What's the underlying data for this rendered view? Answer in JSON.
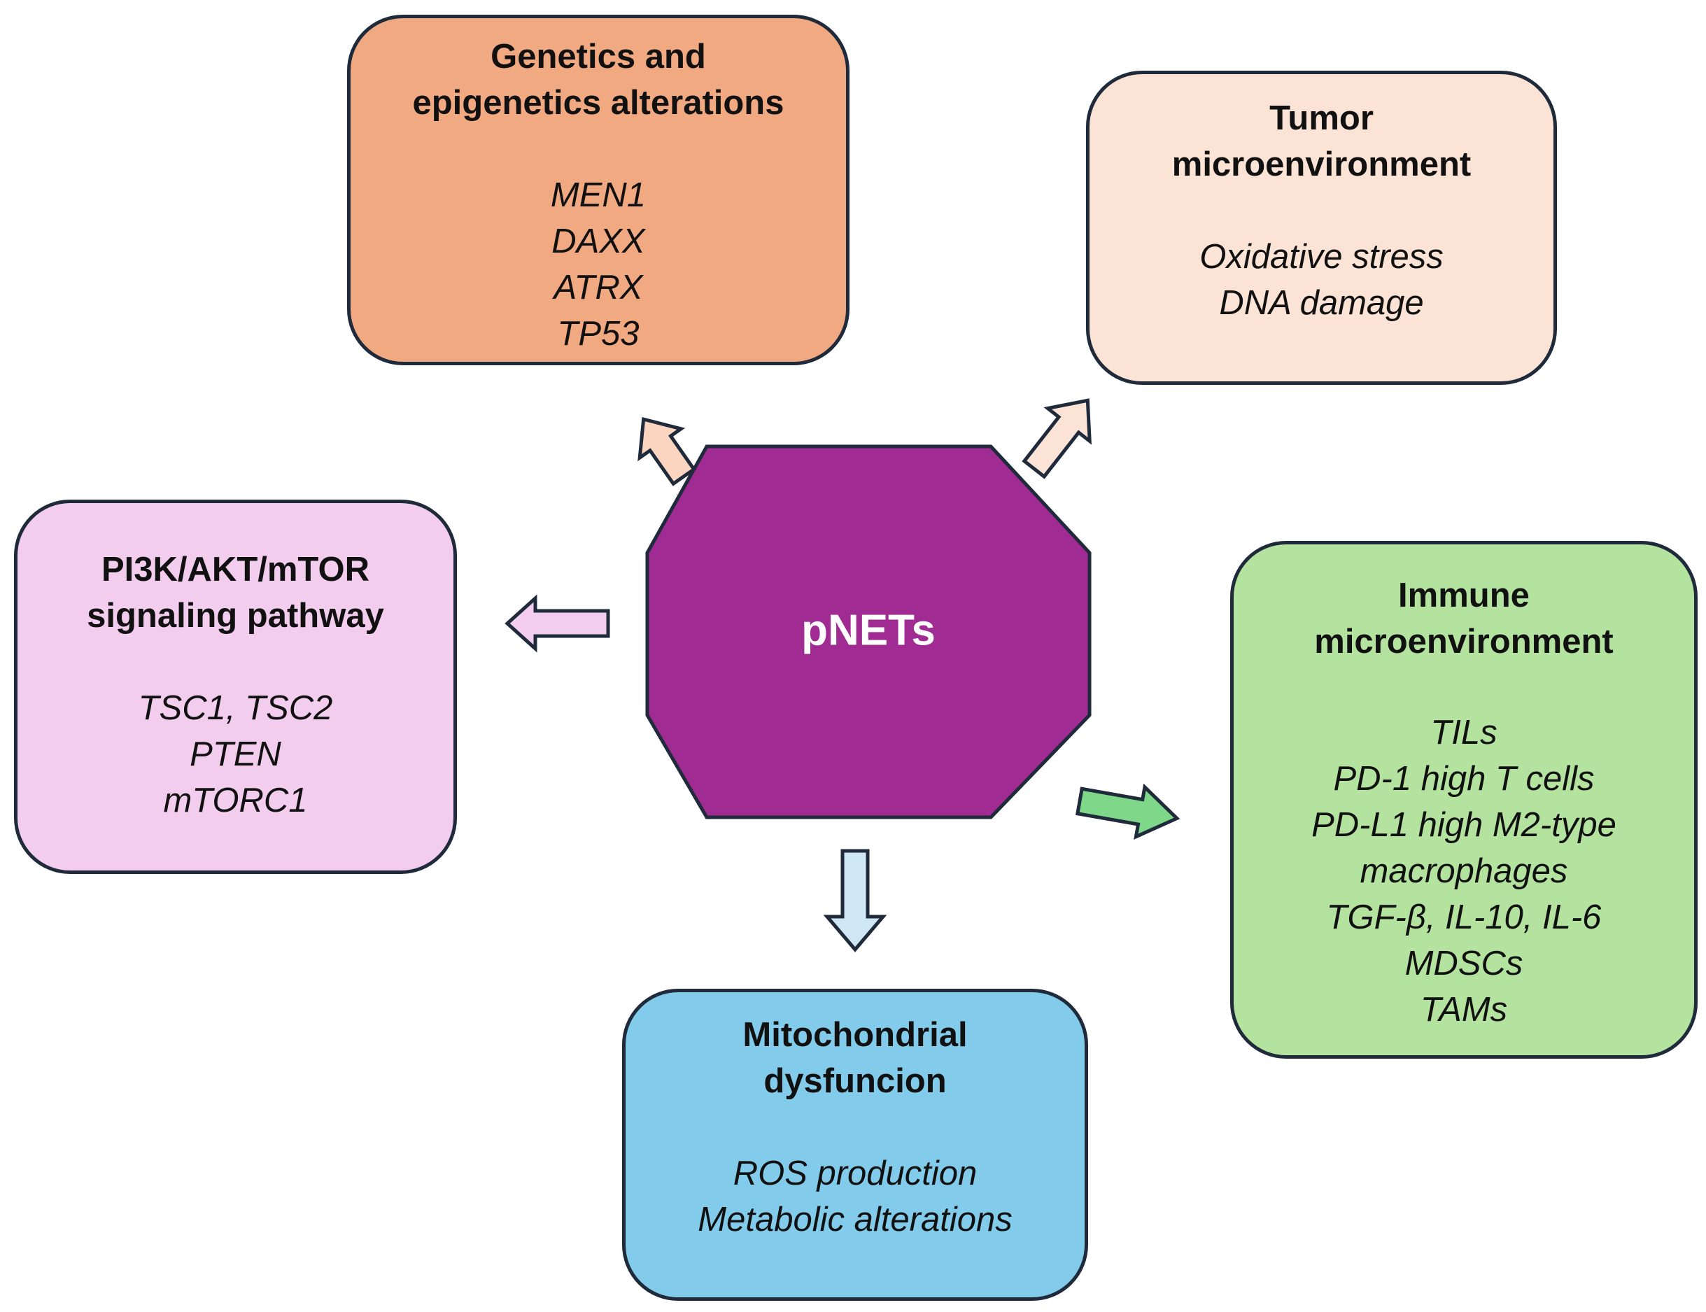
{
  "hub": {
    "label": "pNETs",
    "fill": "#a02b93",
    "stroke": "#1f2a3a"
  },
  "boxes": {
    "genetics": {
      "title": "Genetics and\nepigenetics alterations",
      "fill": "#f1a982",
      "items": [
        "MEN1",
        "DAXX",
        "ATRX",
        "TP53"
      ]
    },
    "tumor": {
      "title": "Tumor\nmicroenvironment",
      "fill": "#fbe3d6",
      "items": [
        "Oxidative stress",
        "DNA damage"
      ]
    },
    "pi3k": {
      "title": "PI3K/AKT/mTOR\nsignaling pathway",
      "fill": "#f3cdee",
      "items": [
        "TSC1, TSC2",
        "PTEN",
        "mTORC1"
      ]
    },
    "immune": {
      "title": "Immune\nmicroenvironment",
      "fill": "#b4e3a0",
      "items": [
        "TILs",
        "PD-1 high T cells",
        "PD-L1 high M2-type",
        "macrophages",
        "TGF-β, IL-10, IL-6",
        "MDSCs",
        "TAMs"
      ]
    },
    "mito": {
      "title": "Mitochondrial\ndysfuncion",
      "fill": "#83cbeb",
      "items": [
        "ROS production",
        "Metabolic alterations"
      ]
    }
  },
  "arrows": {
    "to_genetics": {
      "fill": "#fbd5bf"
    },
    "to_tumor": {
      "fill": "#fbe3d6"
    },
    "to_pi3k": {
      "fill": "#f3cdee"
    },
    "to_immune": {
      "fill": "#7fd889"
    },
    "to_mito": {
      "fill": "#cfe7f5"
    }
  }
}
